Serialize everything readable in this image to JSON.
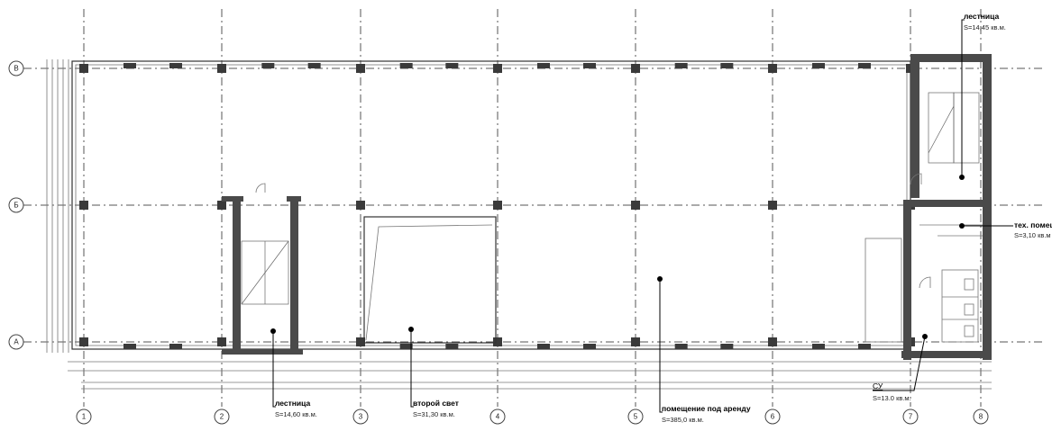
{
  "axes": {
    "columns": [
      "1",
      "2",
      "3",
      "4",
      "5",
      "6",
      "7",
      "8"
    ],
    "rows": [
      "В",
      "Б",
      "А"
    ]
  },
  "rooms": [
    {
      "id": "stair-left",
      "name": "лестница",
      "area": "S=14,60 кв.м."
    },
    {
      "id": "second-light",
      "name": "второй свет",
      "area": "S=31,30 кв.м."
    },
    {
      "id": "rental",
      "name": "помещение под аренду",
      "area": "S=385,0 кв.м."
    },
    {
      "id": "wc",
      "name": "СУ",
      "area": "S=13.0 кв.м."
    },
    {
      "id": "stair-right",
      "name": "лестница",
      "area": "S=14,45 кв.м."
    },
    {
      "id": "tech",
      "name": "тех. помещ",
      "area": "S=3,10 кв.м"
    }
  ]
}
